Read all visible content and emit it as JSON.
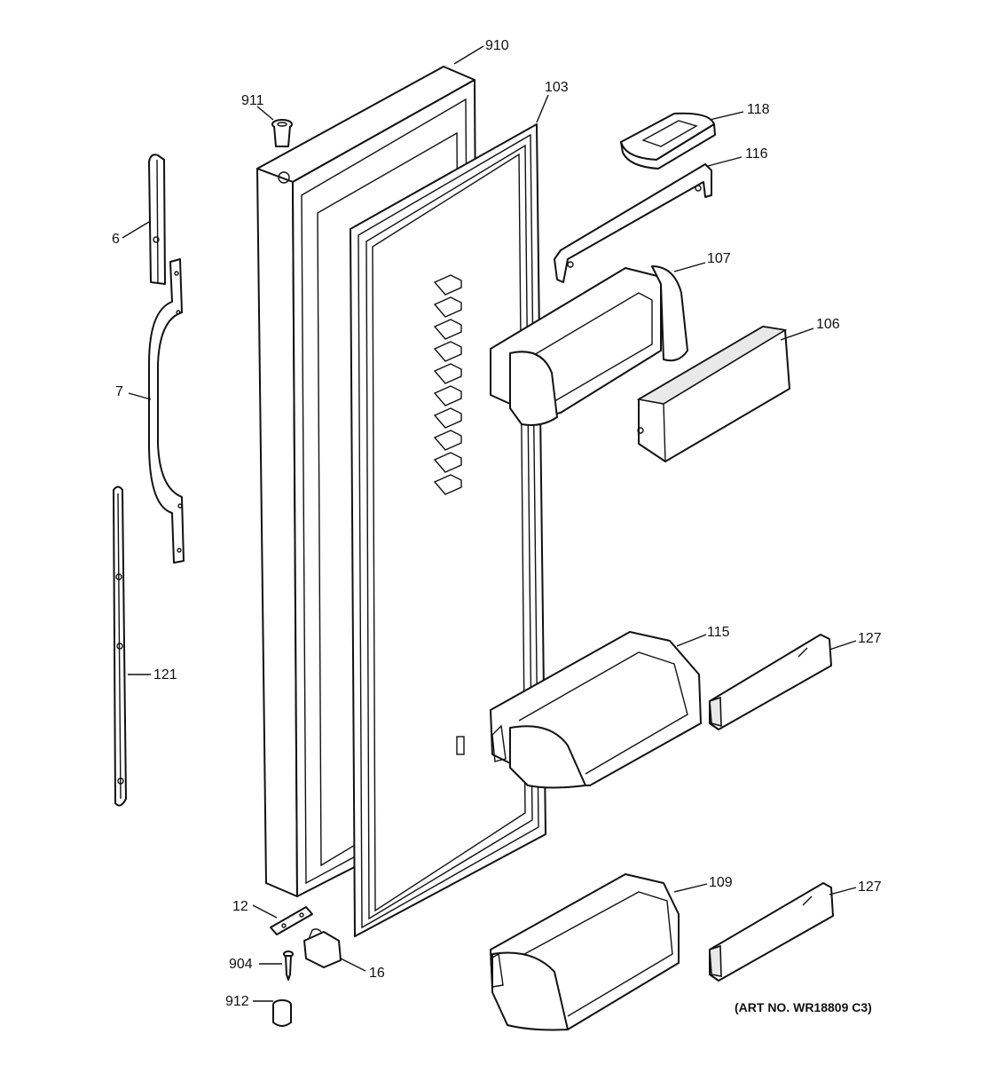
{
  "labels": {
    "p910": "910",
    "p911": "911",
    "p103": "103",
    "p118": "118",
    "p116": "116",
    "p107": "107",
    "p106": "106",
    "p6": "6",
    "p7": "7",
    "p121": "121",
    "p115": "115",
    "p127a": "127",
    "p109": "109",
    "p127b": "127",
    "p12": "12",
    "p904": "904",
    "p16": "16",
    "p912": "912"
  },
  "art_number": "(ART NO. WR18809 C3)"
}
